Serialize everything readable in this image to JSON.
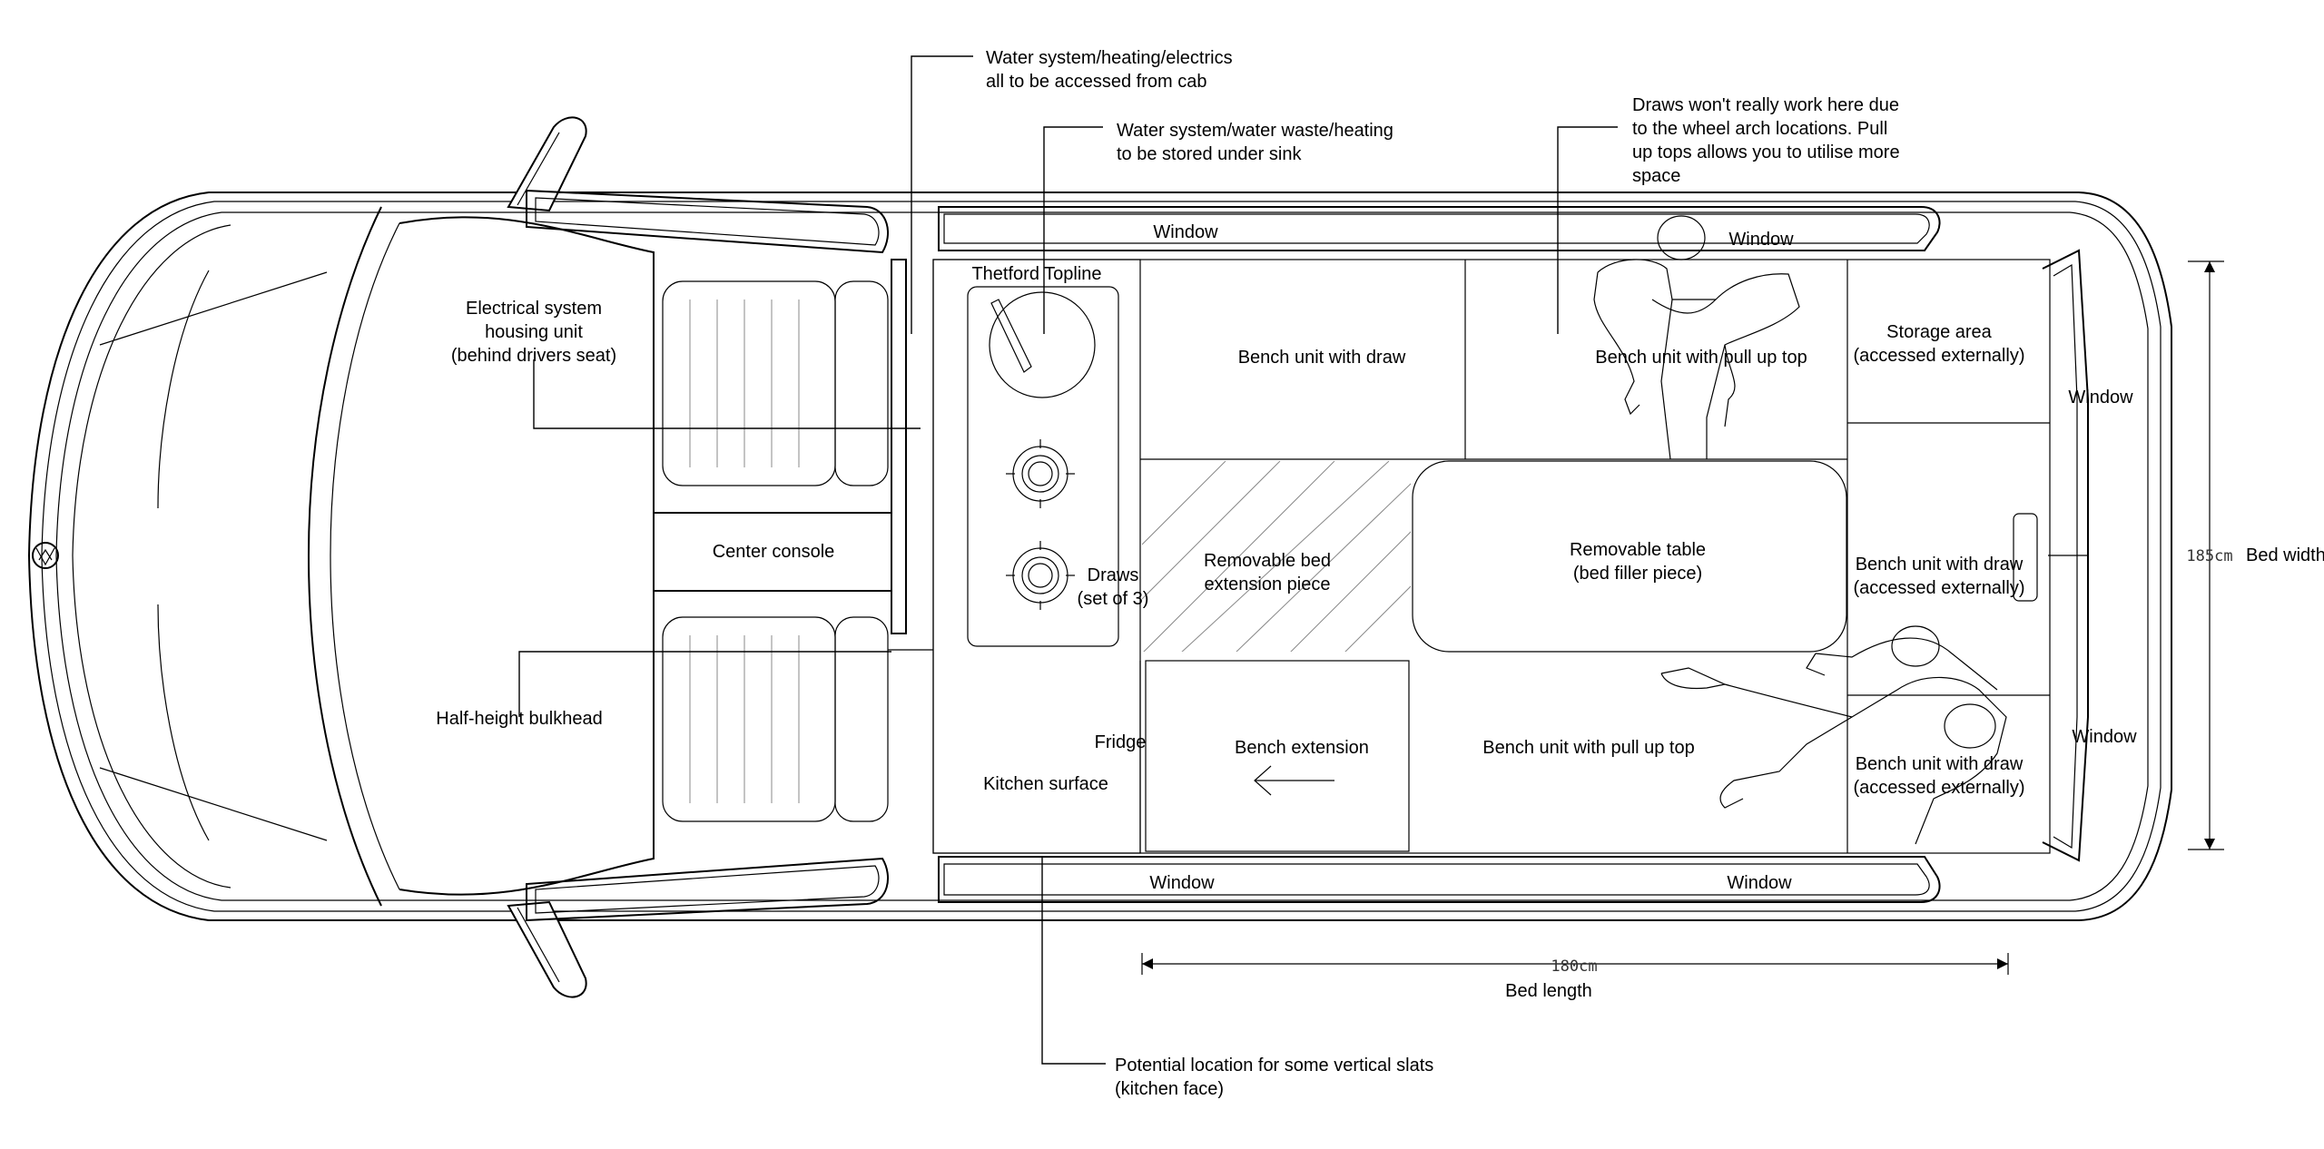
{
  "labels": {
    "window_top_left": "Window",
    "window_top_right": "Window",
    "window_bottom_left": "Window",
    "window_bottom_right": "Window",
    "window_rear_top": "Window",
    "window_rear_bottom": "Window",
    "thetford": "Thetford Topline",
    "bench_draw": "Bench unit with draw",
    "bench_pullup_top": "Bench unit with pull up top",
    "storage_line1": "Storage area",
    "storage_line2": "(accessed externally)",
    "electrical_line1": "Electrical system",
    "electrical_line2": "housing unit",
    "electrical_line3": "(behind drivers seat)",
    "center_console": "Center console",
    "draws_line1": "Draws",
    "draws_line2": "(set of 3)",
    "removable_bed_line1": "Removable bed",
    "removable_bed_line2": "extension piece",
    "removable_table_line1": "Removable table",
    "removable_table_line2": "(bed filler piece)",
    "bench_draw_ext_a_line1": "Bench unit with draw",
    "bench_draw_ext_a_line2": "(accessed externally)",
    "bench_draw_ext_b_line1": "Bench unit with draw",
    "bench_draw_ext_b_line2": "(accessed externally)",
    "half_height_bulkhead": "Half-height bulkhead",
    "fridge": "Fridge",
    "bench_extension": "Bench extension",
    "bench_pullup_bottom": "Bench unit with pull up top",
    "kitchen_surface": "Kitchen surface"
  },
  "annotations": {
    "water_electrics_line1": "Water system/heating/electrics",
    "water_electrics_line2": "all to be accessed from cab",
    "water_waste_line1": "Water system/water waste/heating",
    "water_waste_line2": "to be stored under sink",
    "draws_note_line1": "Draws won't really work here due",
    "draws_note_line2": "to the wheel arch locations.  Pull",
    "draws_note_line3": "up tops allows you to utilise more",
    "draws_note_line4": "space",
    "slats_line1": "Potential location for some vertical slats",
    "slats_line2": "(kitchen face)"
  },
  "dimensions": {
    "bed_width_value": "185cm",
    "bed_width_label": "Bed width",
    "bed_length_value": "180cm",
    "bed_length_label": "Bed length"
  }
}
